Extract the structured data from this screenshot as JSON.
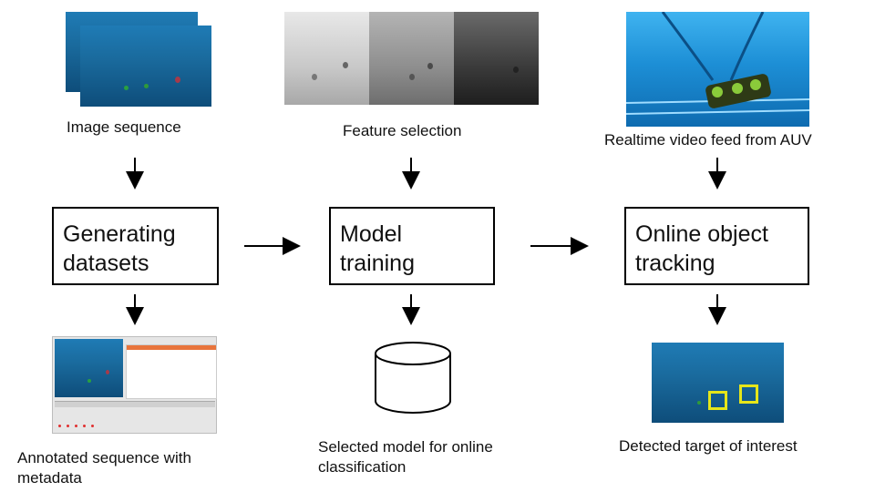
{
  "inputs": {
    "image_sequence_label": "Image sequence",
    "feature_selection_label": "Feature selection",
    "video_feed_label": "Realtime video feed from AUV"
  },
  "stages": {
    "generating_datasets": "Generating\ndatasets",
    "model_training": "Model\ntraining",
    "online_tracking": "Online object\ntracking"
  },
  "outputs": {
    "annotated_label": "Annotated sequence with\nmetadata",
    "selected_model_label": "Selected model for online\nclassification",
    "detected_target_label": "Detected target of interest"
  },
  "colors": {
    "ocean": "#1a6b9e",
    "highlight_box": "#e6e61a",
    "tool_header": "#e8743b"
  }
}
